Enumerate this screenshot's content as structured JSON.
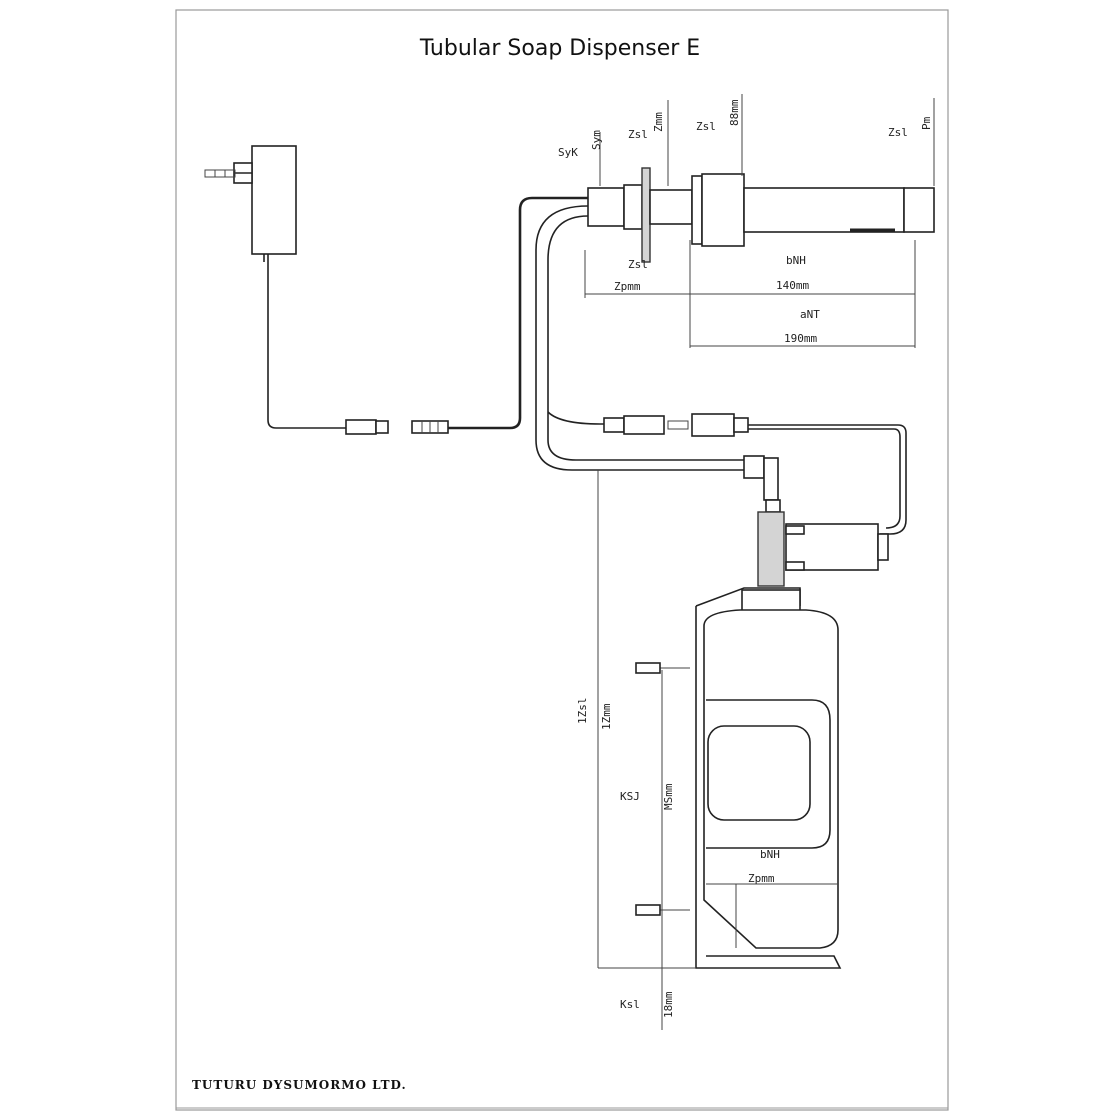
{
  "drawing": {
    "title": "Tubular Soap Dispenser E",
    "footer": "TUTURU DYSUMORMO LTD.",
    "top_labels": [
      {
        "code": "SyK",
        "value": "Sym"
      },
      {
        "code": "Zsl",
        "value": "Zmm"
      },
      {
        "code": "Zsl",
        "value": "88mm"
      },
      {
        "code": "Zsl",
        "value": "Pm"
      }
    ],
    "dimensions": {
      "nut": {
        "code": "Zsl",
        "value": "Zpmm"
      },
      "spout_body": {
        "code": "bNH",
        "value": "140mm"
      },
      "spout_total": {
        "code": "aNT",
        "value": "190mm"
      },
      "bottle_height": {
        "code": "1Zsl",
        "value": "1Zmm"
      },
      "bottle_mid": {
        "code": "KSJ",
        "value": "MSmm"
      },
      "bottle_width": {
        "code": "bNH",
        "value": "Zpmm"
      },
      "base": {
        "code": "Ksl",
        "value": "18mm"
      }
    }
  }
}
